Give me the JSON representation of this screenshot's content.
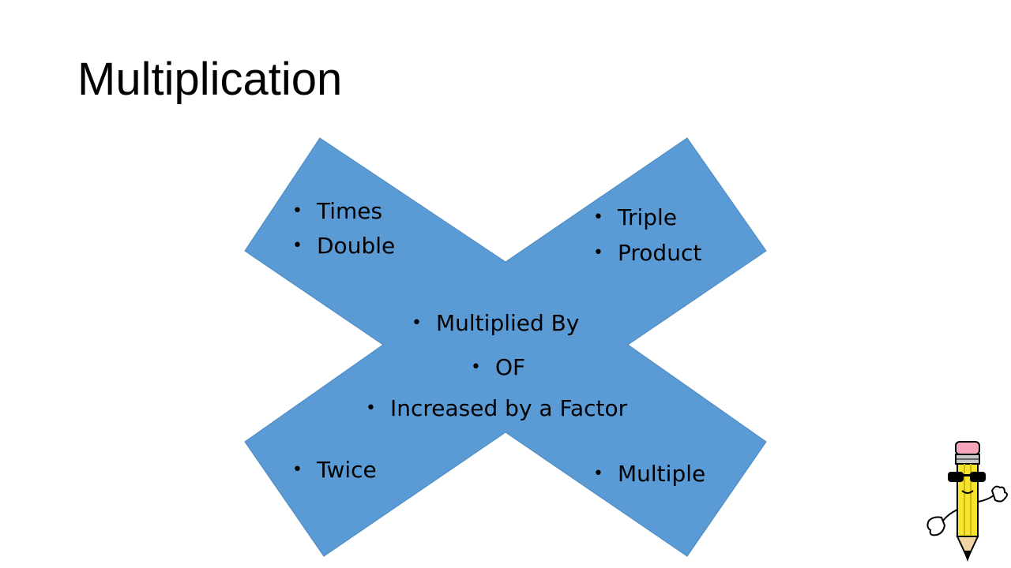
{
  "slide": {
    "title": "Multiplication"
  },
  "diagram": {
    "shape_color": "#5b9bd5",
    "top_left_terms": [
      "Times",
      "Double"
    ],
    "top_right_terms": [
      "Triple",
      "Product"
    ],
    "center_terms": [
      "Multiplied By",
      "OF",
      "Increased by a Factor"
    ],
    "bottom_left_terms": [
      "Twice"
    ],
    "bottom_right_terms": [
      "Multiple"
    ]
  },
  "mascot": {
    "icon": "pencil-mascot-with-sunglasses-icon",
    "pencil_color": "#f7e52b",
    "eraser_color": "#f4a7b9"
  }
}
